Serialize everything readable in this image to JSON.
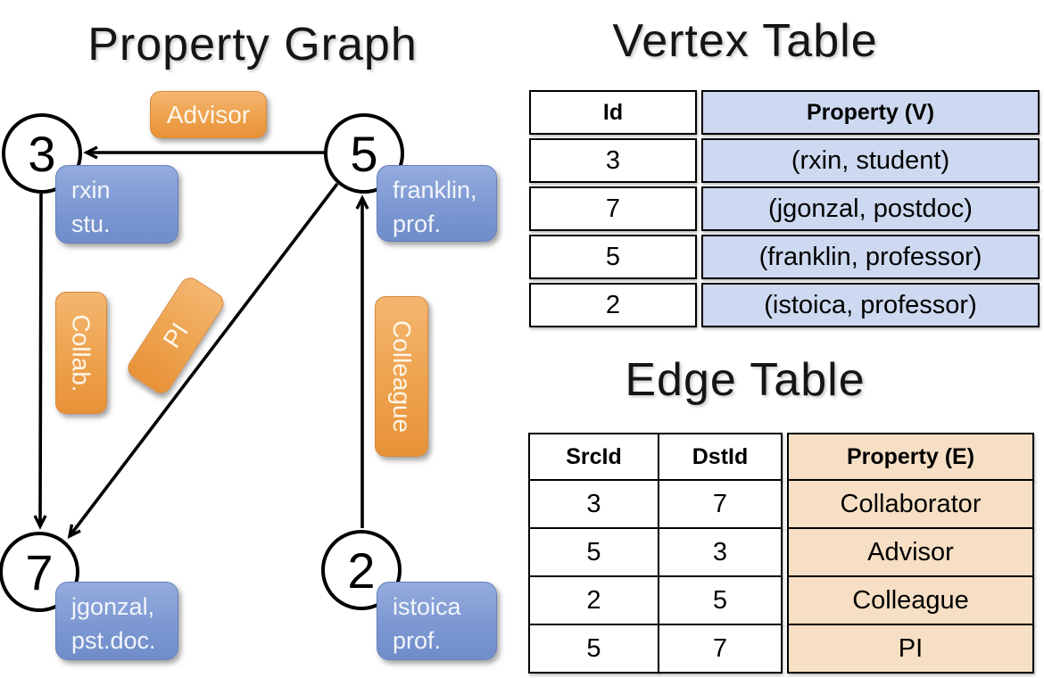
{
  "graph": {
    "title": "Property Graph",
    "nodes": [
      {
        "id": "3",
        "line1": "rxin",
        "line2": "stu."
      },
      {
        "id": "5",
        "line1": "franklin,",
        "line2": "prof."
      },
      {
        "id": "7",
        "line1": "jgonzal,",
        "line2": "pst.doc."
      },
      {
        "id": "2",
        "line1": "istoica",
        "line2": "prof."
      }
    ],
    "edge_labels": {
      "advisor": "Advisor",
      "collab": "Collab.",
      "pi": "PI",
      "colleague": "Colleague"
    },
    "edges": [
      {
        "from": "5",
        "to": "3",
        "label": "Advisor"
      },
      {
        "from": "3",
        "to": "7",
        "label": "Collab."
      },
      {
        "from": "5",
        "to": "7",
        "label": "PI"
      },
      {
        "from": "2",
        "to": "5",
        "label": "Colleague"
      }
    ]
  },
  "vertex_table": {
    "title": "Vertex Table",
    "columns": [
      "Id",
      "Property (V)"
    ],
    "rows": [
      [
        "3",
        "(rxin, student)"
      ],
      [
        "7",
        "(jgonzal, postdoc)"
      ],
      [
        "5",
        "(franklin, professor)"
      ],
      [
        "2",
        "(istoica, professor)"
      ]
    ]
  },
  "edge_table": {
    "title": "Edge Table",
    "columns": [
      "SrcId",
      "DstId",
      "Property (E)"
    ],
    "rows": [
      [
        "3",
        "7",
        "Collaborator"
      ],
      [
        "5",
        "3",
        "Advisor"
      ],
      [
        "2",
        "5",
        "Colleague"
      ],
      [
        "5",
        "7",
        "PI"
      ]
    ]
  },
  "colors": {
    "edge_label_orange": "#eda24d",
    "vertex_box_blue": "#7d98d2",
    "vertex_cell_fill": "#cdd9f0",
    "edge_cell_fill": "#f6dfc4",
    "line_black": "#000000"
  }
}
